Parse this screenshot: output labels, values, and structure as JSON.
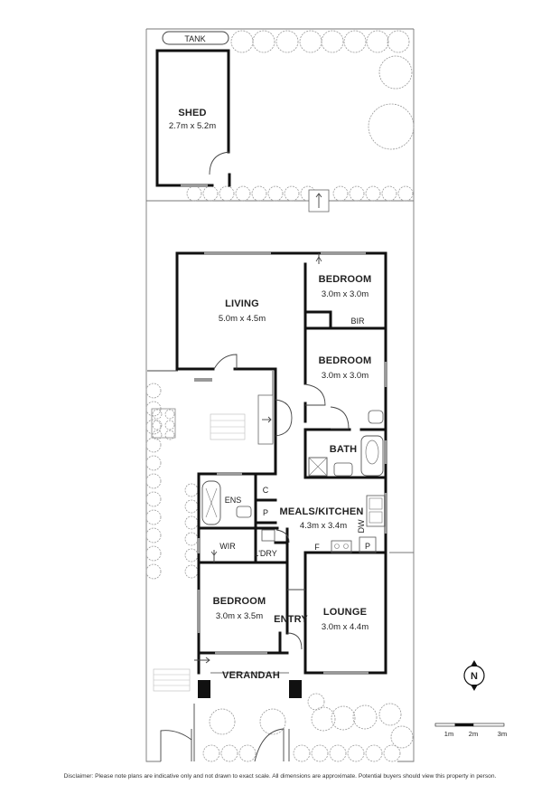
{
  "rooms": {
    "tank": "TANK",
    "shed": {
      "name": "SHED",
      "dim": "2.7m x 5.2m"
    },
    "living": {
      "name": "LIVING",
      "dim": "5.0m x 4.5m"
    },
    "bedroom1": {
      "name": "BEDROOM",
      "dim": "3.0m x 3.0m"
    },
    "bir": "BIR",
    "bedroom2": {
      "name": "BEDROOM",
      "dim": "3.0m x 3.0m"
    },
    "bath": "BATH",
    "ens": "ENS",
    "c": "C",
    "p1": "P",
    "meals": {
      "name": "MEALS/KITCHEN",
      "dim": "4.3m x 3.4m"
    },
    "dw": "DW",
    "f": "F",
    "p2": "P",
    "wir": "WIR",
    "ldry": "L'DRY",
    "bedroom3": {
      "name": "BEDROOM",
      "dim": "3.0m x 3.5m"
    },
    "entry": "ENTRY",
    "lounge": {
      "name": "LOUNGE",
      "dim": "3.0m x 4.4m"
    },
    "verandah": "VERANDAH"
  },
  "compass": "N",
  "scale": [
    "1m",
    "2m",
    "3m"
  ],
  "disclaimer": "Disclaimer: Please note plans are indicative only and not drawn to exact scale. All dimensions are approximate. Potential buyers should view this property in person."
}
